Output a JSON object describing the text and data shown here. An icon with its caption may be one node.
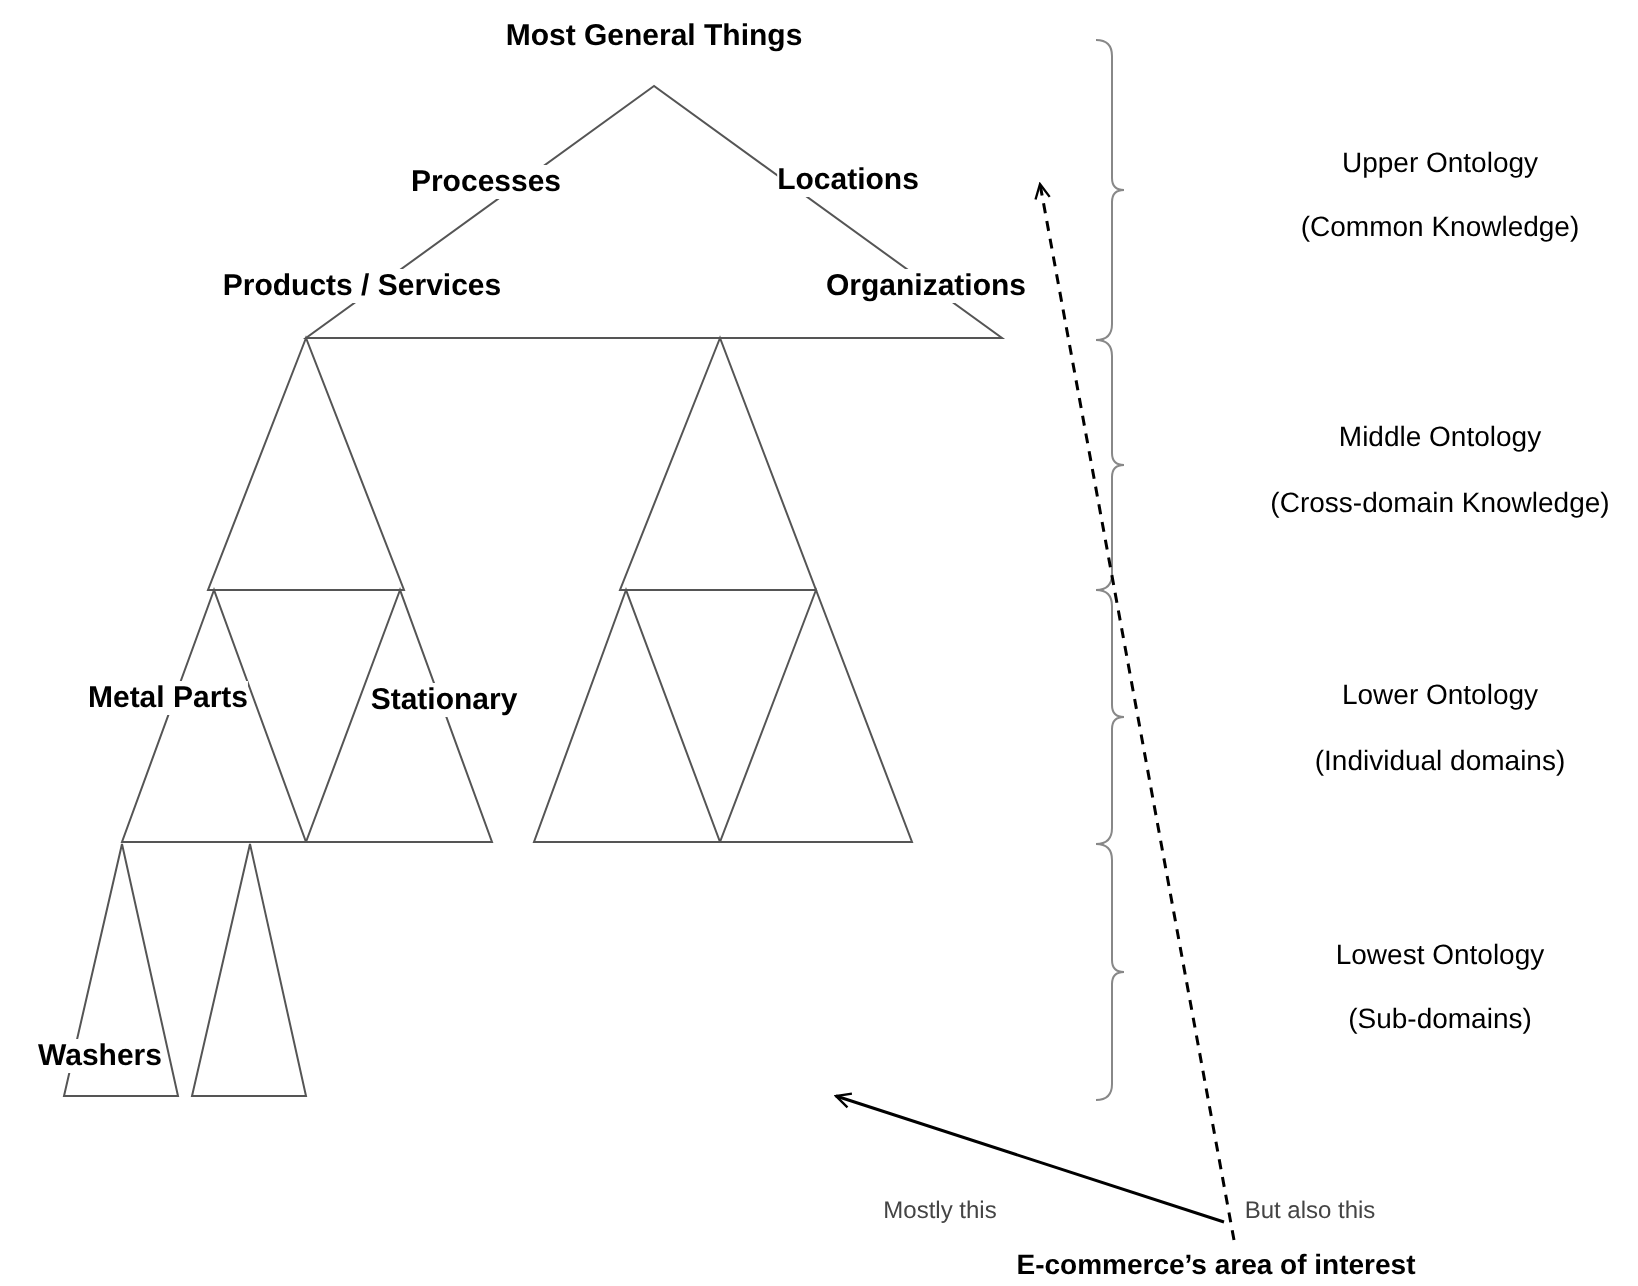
{
  "diagram": {
    "nodes": [
      {
        "text": [
          "E-commerce’s area of interest"
        ]
      },
      {
        "text": [],
        "shape": "picture"
      }
    ],
    "edges": [
      {
        "from": 0,
        "to": 1,
        "arrow": "to",
        "label": "Mostly this"
      },
      {
        "from": 0,
        "to": 1,
        "arrow": "to",
        "label": "But also this",
        "style": "dashed"
      }
    ],
    "labels": [
      "Most General Things",
      "Processes",
      "Locations",
      "Products / Services",
      "Organizations",
      "Upper Ontology",
      "(Common Knowledge)",
      "Middle Ontology",
      "(Cross-domain Knowledge)",
      "Metal Parts",
      "Stationary",
      "Lower Ontology",
      "(Individual domains)",
      "Lowest Ontology",
      "(Sub-domains)",
      "Washers"
    ]
  }
}
